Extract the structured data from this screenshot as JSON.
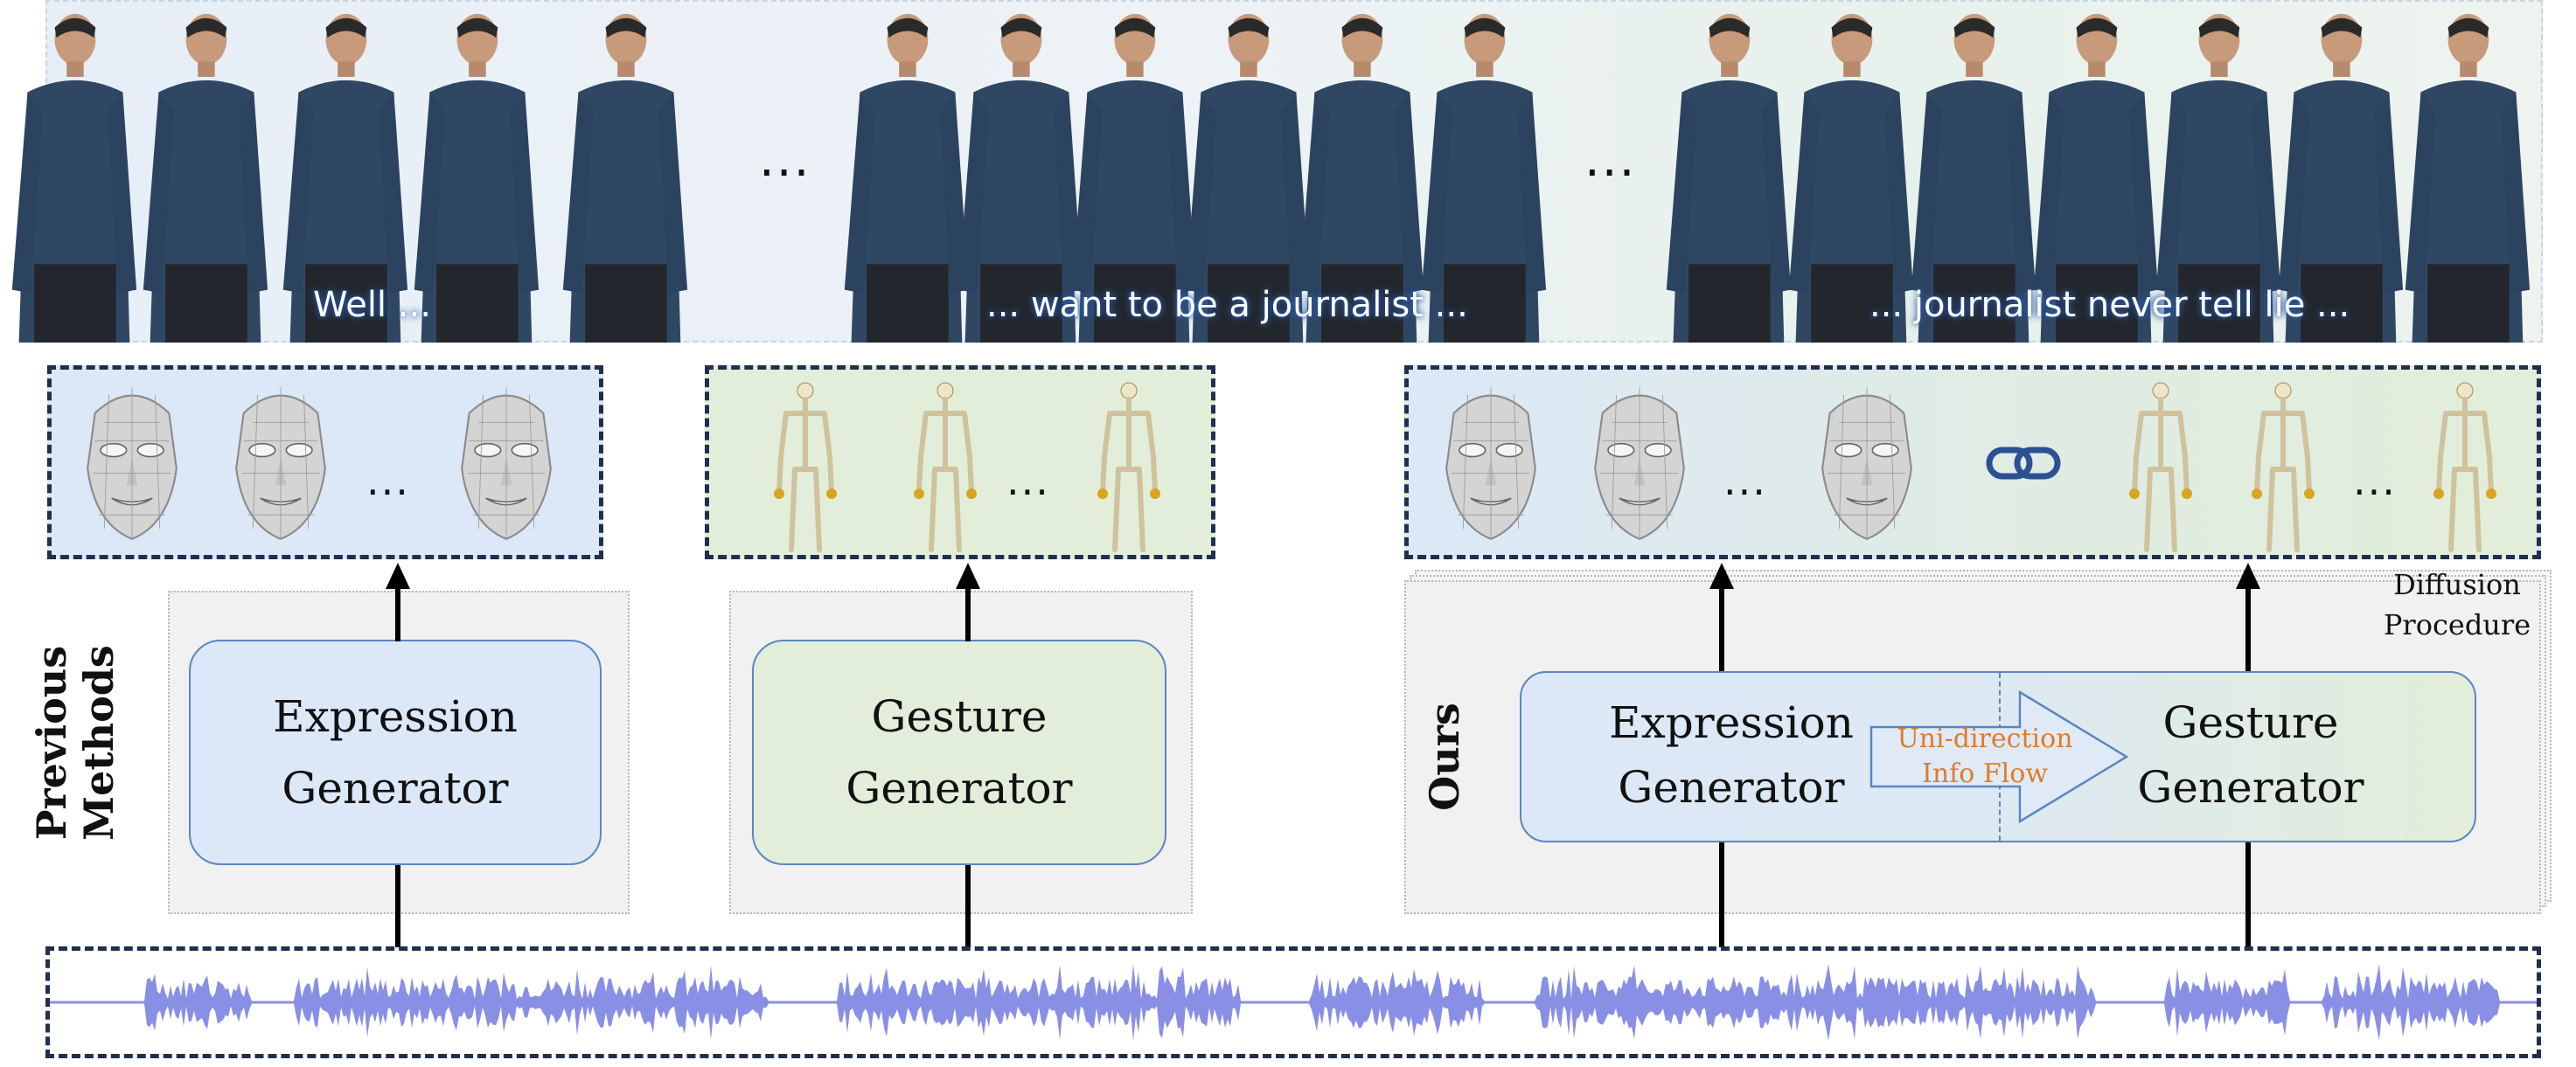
{
  "banner": {
    "captions": [
      "Well ...",
      "... want to be a journalist ...",
      "... journalist never tell lie ..."
    ],
    "ellipsis": "..."
  },
  "previous": {
    "label": "Previous\nMethods",
    "expression_generator": "Expression\nGenerator",
    "gesture_generator": "Gesture\nGenerator",
    "ellipsis": "..."
  },
  "ours": {
    "label": "Ours",
    "expression_generator": "Expression\nGenerator",
    "gesture_generator": "Gesture\nGenerator",
    "info_flow": "Uni-direction\nInfo Flow",
    "diffusion": "Diffusion\nProcedure",
    "ellipsis": "..."
  },
  "icons": [
    "person-frame",
    "face-mesh-icon",
    "skeleton-icon",
    "link-icon",
    "audio-waveform"
  ],
  "colors": {
    "expression_fill": "#dce8f7",
    "gesture_fill": "#e2eed9",
    "box_border": "#1f2f4e",
    "info_flow_text": "#e07b2a",
    "waveform": "#8a8fe6"
  }
}
